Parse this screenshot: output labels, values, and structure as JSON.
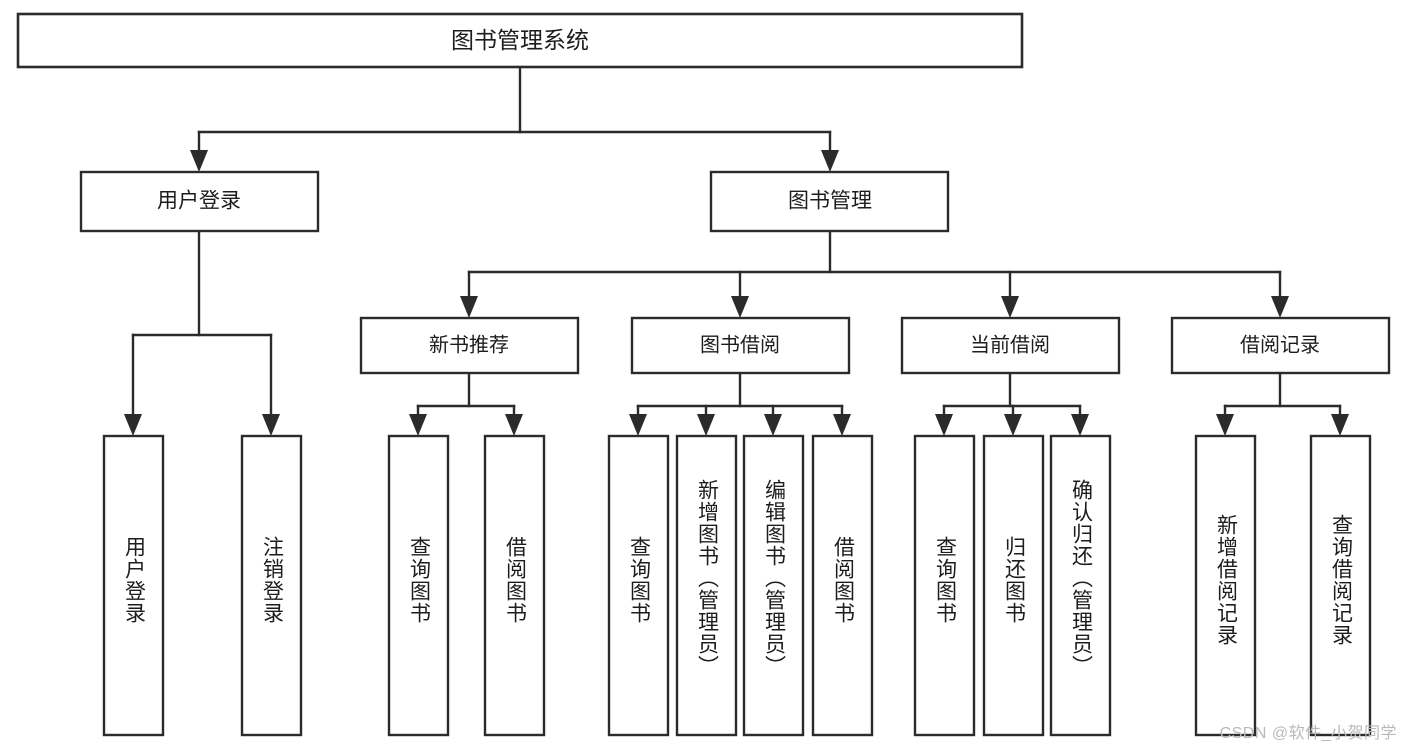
{
  "diagram": {
    "type": "tree",
    "title": "图书管理系统",
    "root": {
      "label": "图书管理系统"
    },
    "level1": [
      {
        "label": "用户登录"
      },
      {
        "label": "图书管理"
      }
    ],
    "level2": [
      {
        "label": "新书推荐"
      },
      {
        "label": "图书借阅"
      },
      {
        "label": "当前借阅"
      },
      {
        "label": "借阅记录"
      }
    ],
    "leaves": {
      "user_login": [
        {
          "label": "用户登录"
        },
        {
          "label": "注销登录"
        }
      ],
      "new_book_recommend": [
        {
          "label": "查询图书"
        },
        {
          "label": "借阅图书"
        }
      ],
      "book_borrow": [
        {
          "label": "查询图书"
        },
        {
          "label": "新增图书（管理员）"
        },
        {
          "label": "编辑图书（管理员）"
        },
        {
          "label": "借阅图书"
        }
      ],
      "current_borrow": [
        {
          "label": "查询图书"
        },
        {
          "label": "归还图书"
        },
        {
          "label": "确认归还（管理员）"
        }
      ],
      "borrow_records": [
        {
          "label": "新增借阅记录"
        },
        {
          "label": "查询借阅记录"
        }
      ]
    }
  },
  "watermark": {
    "text": "CSDN @软件_小贺同学"
  },
  "colors": {
    "stroke": "#2b2b2b",
    "fill": "#ffffff",
    "text": "#1d1d1d",
    "watermark": "#b9b9b9"
  }
}
